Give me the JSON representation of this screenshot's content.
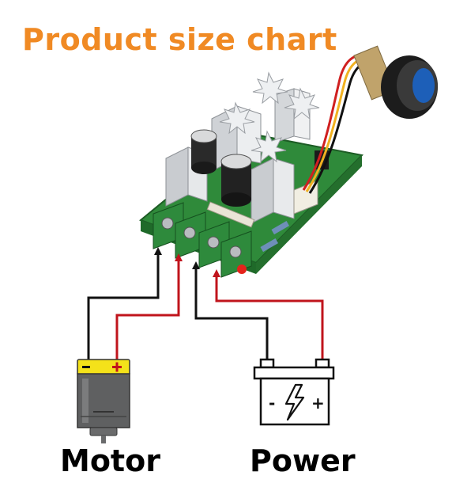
{
  "header": {
    "title": "Product size chart"
  },
  "labels": {
    "motor": "Motor",
    "power": "Power"
  },
  "battery": {
    "minus": "-",
    "plus": "+"
  },
  "colors": {
    "title": "#f08a24",
    "pcb": "#2f8a3a",
    "wire_black": "#111111",
    "wire_red": "#c0141c",
    "motor_cap": "#f4e21a",
    "heatsink": "#d7d9dc"
  },
  "icons": [
    "motor-icon",
    "battery-icon",
    "lightning-icon",
    "potentiometer-knob-icon",
    "pwm-controller-board-icon"
  ]
}
